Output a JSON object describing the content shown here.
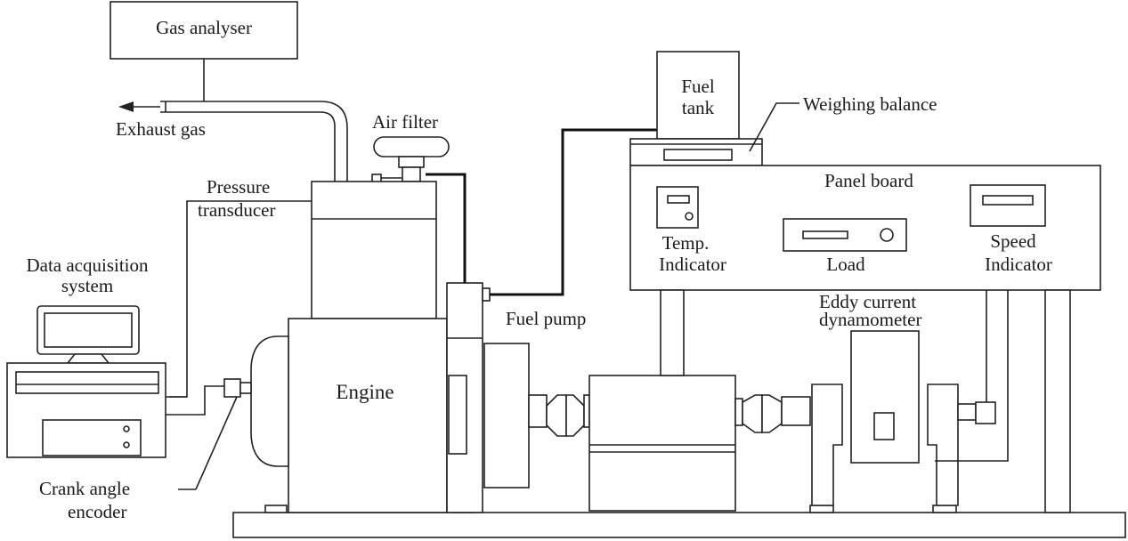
{
  "labels": {
    "gas_analyser": "Gas analyser",
    "exhaust_gas": "Exhaust gas",
    "air_filter": "Air filter",
    "fuel_tank_1": "Fuel",
    "fuel_tank_2": "tank",
    "weighing_balance": "Weighing balance",
    "panel_board": "Panel board",
    "pressure_1": "Pressure",
    "pressure_2": "transducer",
    "daq_1": "Data acquisition",
    "daq_2": "system",
    "temp_1": "Temp.",
    "temp_2": "Indicator",
    "load": "Load",
    "speed_1": "Speed",
    "speed_2": "Indicator",
    "fuel_pump": "Fuel pump",
    "eddy_1": "Eddy current",
    "eddy_2": "dynamometer",
    "engine": "Engine",
    "crank_1": "Crank angle",
    "crank_2": "encoder"
  },
  "colors": {
    "line": "#222222",
    "background": "#ffffff"
  }
}
